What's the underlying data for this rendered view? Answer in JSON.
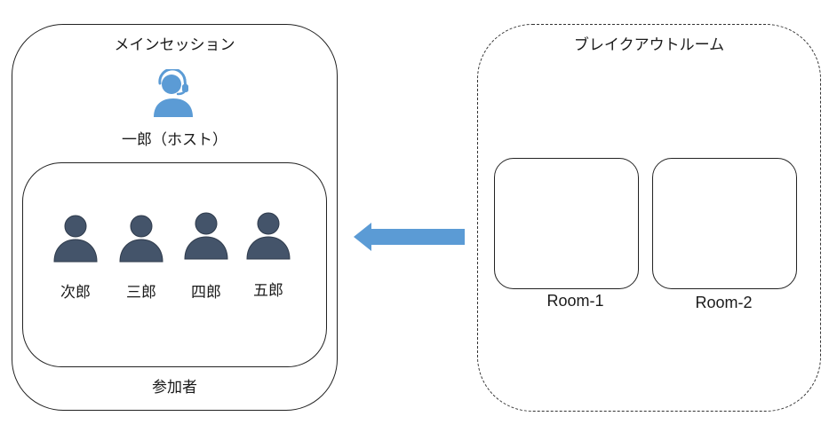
{
  "main_session": {
    "title": "メインセッション",
    "host": {
      "label": "一郎（ホスト）",
      "icon": "headset-user-icon",
      "color": "#5b9bd5"
    },
    "participants_group_label": "参加者",
    "participants": [
      {
        "label": "次郎",
        "icon": "user-icon"
      },
      {
        "label": "三郎",
        "icon": "user-icon"
      },
      {
        "label": "四郎",
        "icon": "user-icon"
      },
      {
        "label": "五郎",
        "icon": "user-icon"
      }
    ],
    "participant_icon_color": "#44546a"
  },
  "arrow": {
    "direction": "left",
    "color": "#5b9bd5"
  },
  "breakout": {
    "title": "ブレイクアウトルーム",
    "rooms": [
      {
        "label": "Room-1"
      },
      {
        "label": "Room-2"
      }
    ]
  }
}
